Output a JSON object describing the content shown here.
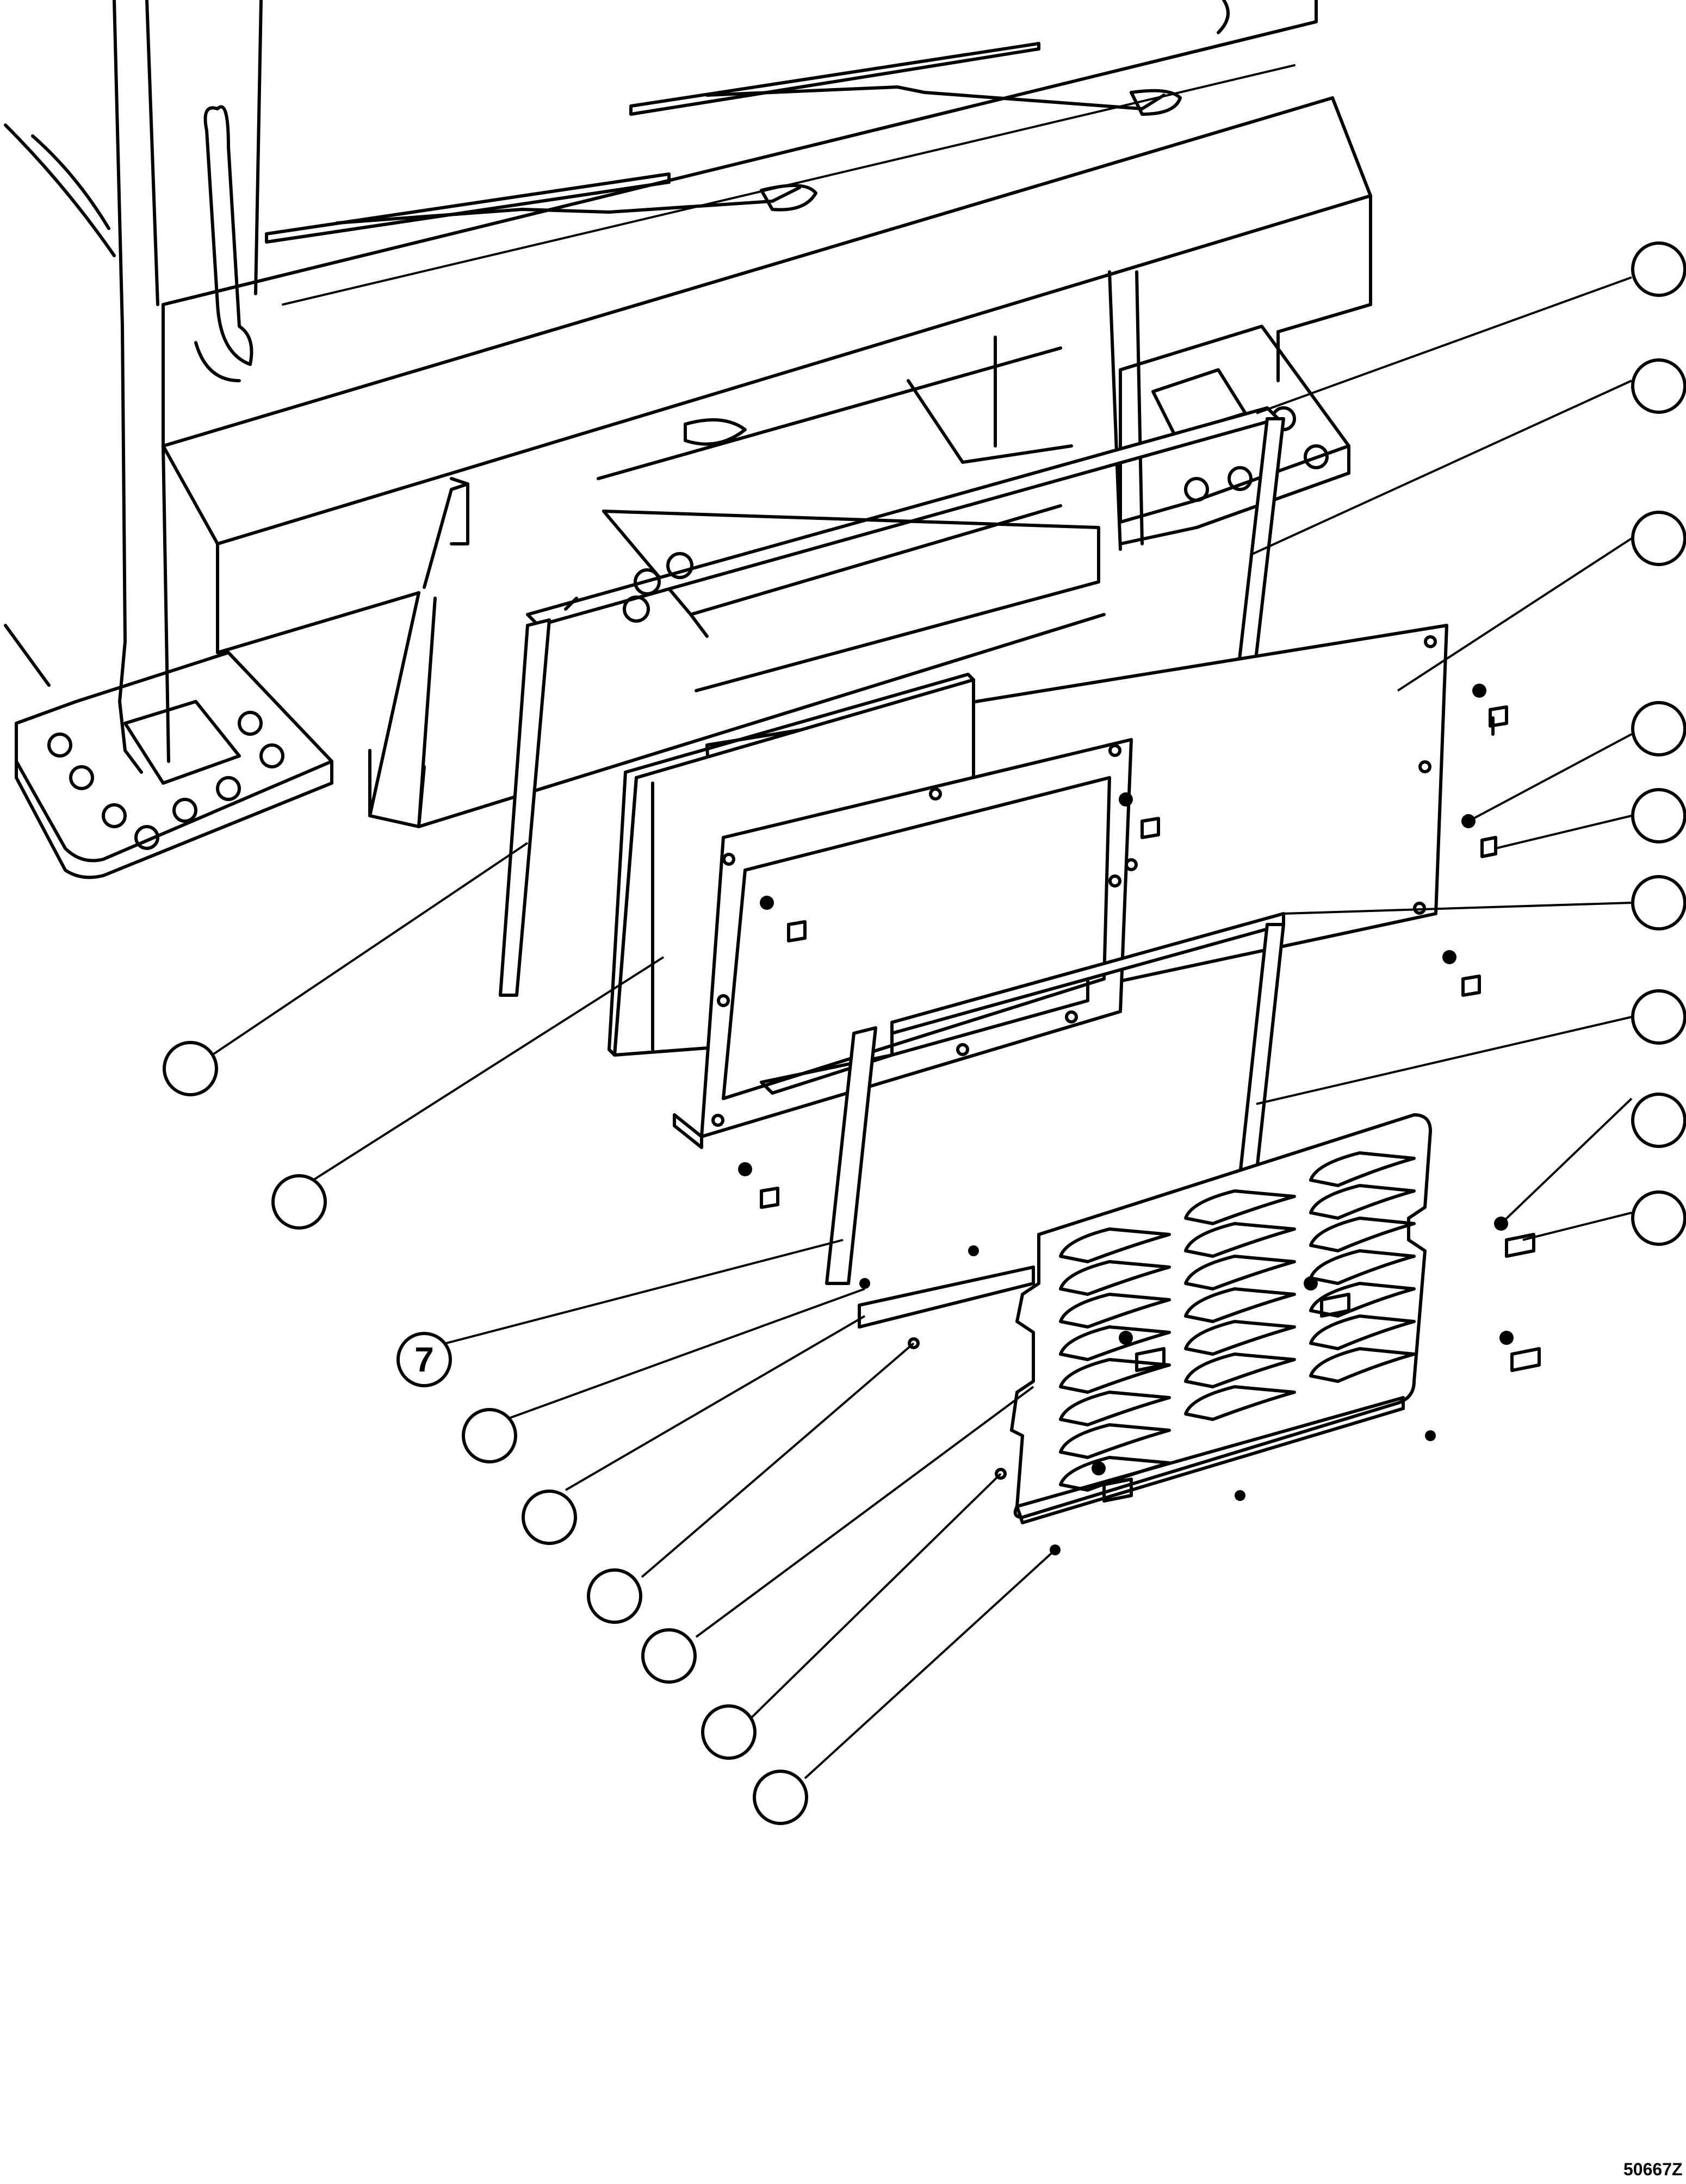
{
  "figure": {
    "figure_code": "50667Z"
  },
  "callouts": [
    {
      "id": "callout-top-right-1",
      "label": ""
    },
    {
      "id": "callout-top-right-2",
      "label": ""
    },
    {
      "id": "callout-top-right-3",
      "label": ""
    },
    {
      "id": "callout-right-4",
      "label": ""
    },
    {
      "id": "callout-right-5",
      "label": ""
    },
    {
      "id": "callout-right-6",
      "label": ""
    },
    {
      "id": "callout-right-7",
      "label": ""
    },
    {
      "id": "callout-right-8",
      "label": ""
    },
    {
      "id": "callout-right-9",
      "label": ""
    },
    {
      "id": "callout-left-1",
      "label": ""
    },
    {
      "id": "callout-left-2",
      "label": ""
    },
    {
      "id": "callout-item-7",
      "label": "7"
    },
    {
      "id": "callout-bottom-1",
      "label": ""
    },
    {
      "id": "callout-bottom-2",
      "label": ""
    },
    {
      "id": "callout-bottom-3",
      "label": ""
    },
    {
      "id": "callout-bottom-4",
      "label": ""
    },
    {
      "id": "callout-bottom-5",
      "label": ""
    },
    {
      "id": "callout-bottom-6",
      "label": ""
    }
  ]
}
